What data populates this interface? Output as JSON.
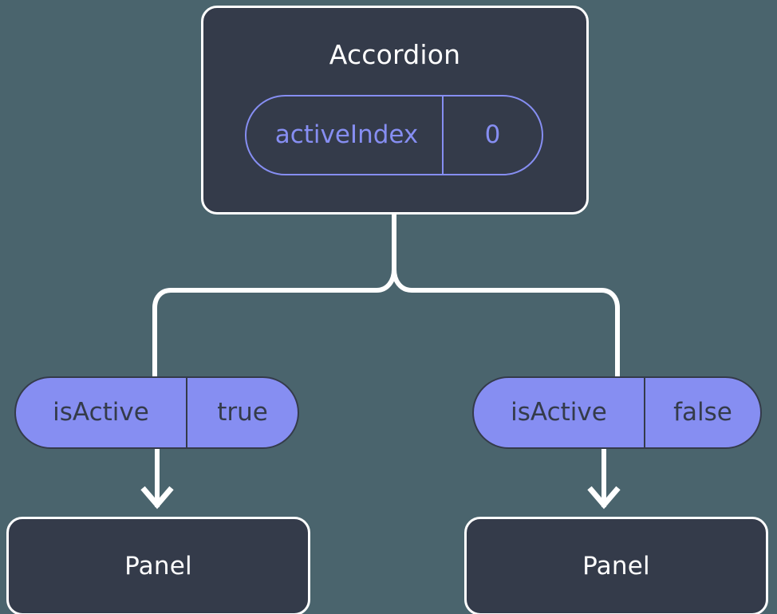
{
  "diagram": {
    "type": "component-tree",
    "background_color": "#4a646d",
    "node_fill_color": "#343b4a",
    "node_border_color": "#ffffff",
    "accent_color": "#868ef2",
    "connector_color": "#ffffff"
  },
  "root": {
    "title": "Accordion",
    "prop": {
      "key": "activeIndex",
      "value": "0"
    }
  },
  "branches": [
    {
      "prop": {
        "key": "isActive",
        "value": "true"
      },
      "child": {
        "title": "Panel"
      }
    },
    {
      "prop": {
        "key": "isActive",
        "value": "false"
      },
      "child": {
        "title": "Panel"
      }
    }
  ]
}
